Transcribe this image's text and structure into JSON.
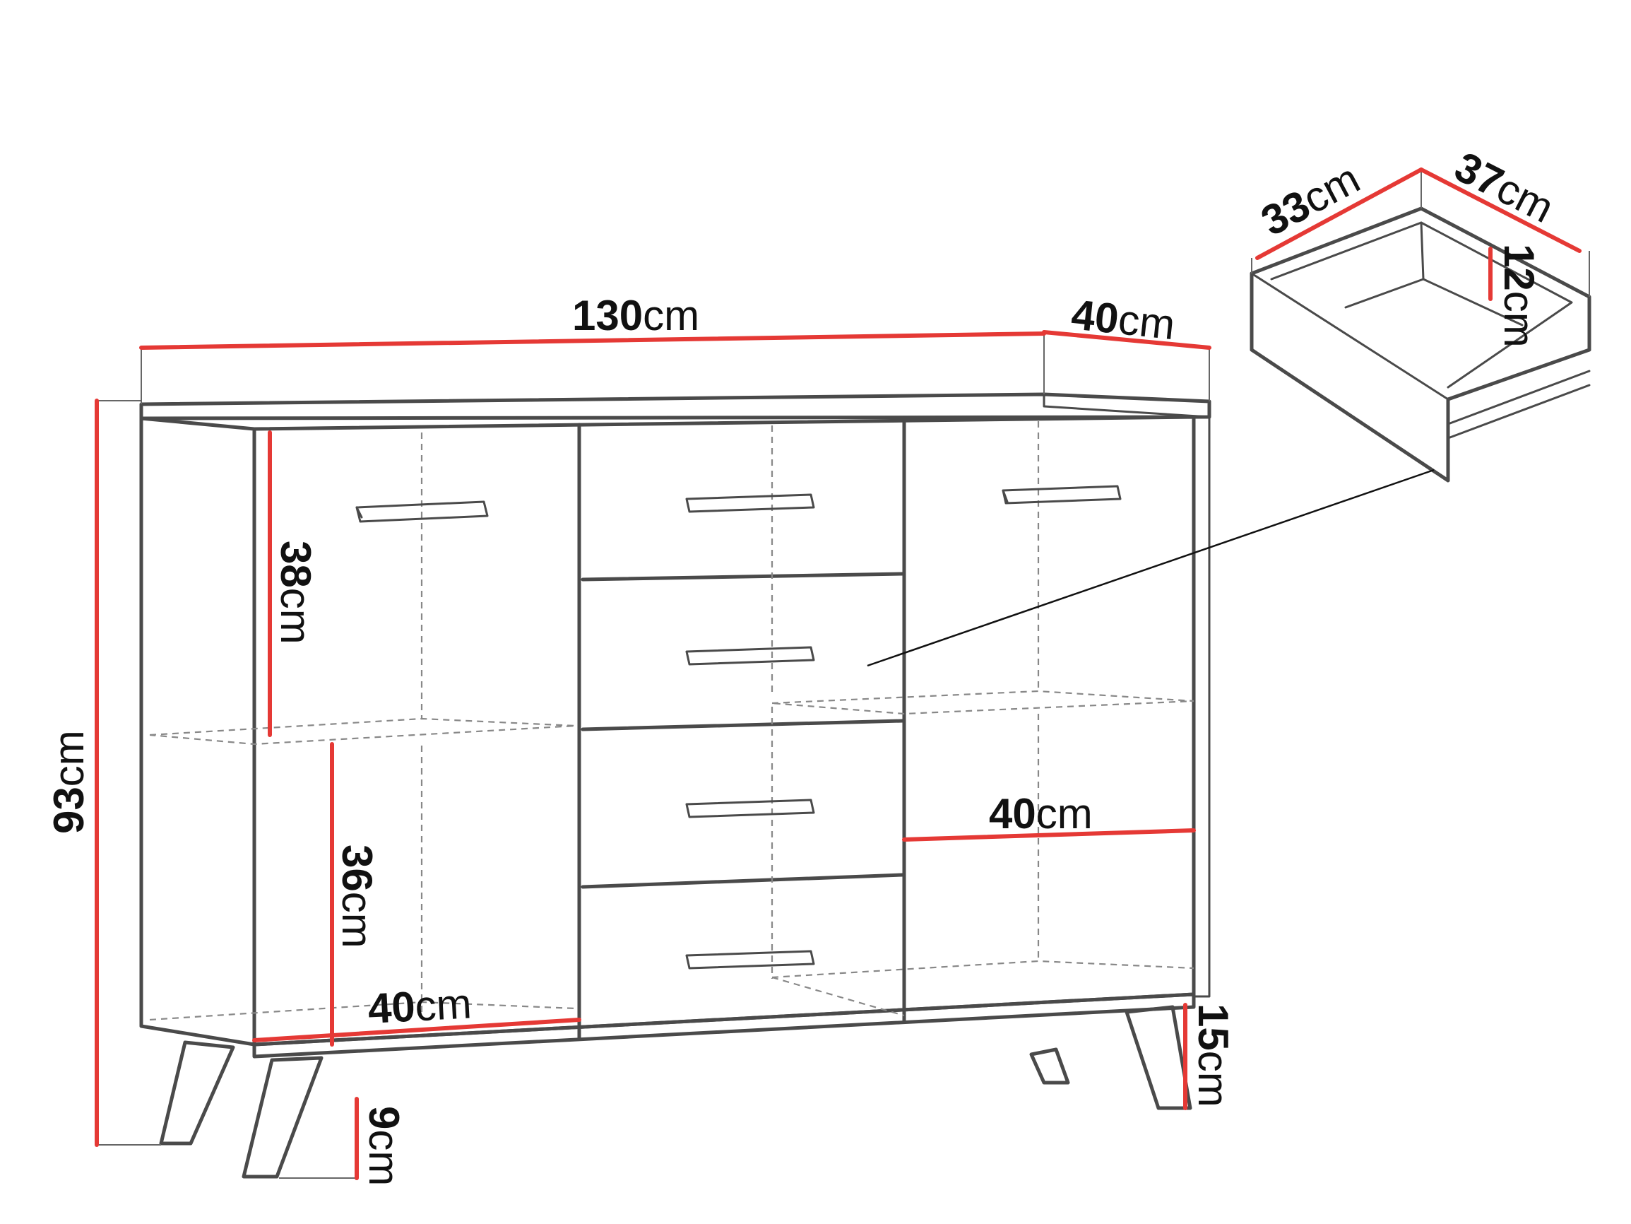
{
  "colors": {
    "dimension": "#e53935",
    "outline": "#4a4a4a",
    "dashed": "#888888",
    "text": "#111111"
  },
  "dimensions": {
    "width": {
      "value": "130",
      "unit": "cm"
    },
    "depth": {
      "value": "40",
      "unit": "cm"
    },
    "height": {
      "value": "93",
      "unit": "cm"
    },
    "upper_shelf": {
      "value": "38",
      "unit": "cm"
    },
    "lower_shelf": {
      "value": "36",
      "unit": "cm"
    },
    "inner_depth_left": {
      "value": "40",
      "unit": "cm"
    },
    "inner_depth_right": {
      "value": "40",
      "unit": "cm"
    },
    "leg_clearance": {
      "value": "9",
      "unit": "cm"
    },
    "leg_height": {
      "value": "15",
      "unit": "cm"
    },
    "drawer_width": {
      "value": "37",
      "unit": "cm"
    },
    "drawer_depth": {
      "value": "33",
      "unit": "cm"
    },
    "drawer_height": {
      "value": "12",
      "unit": "cm"
    }
  }
}
